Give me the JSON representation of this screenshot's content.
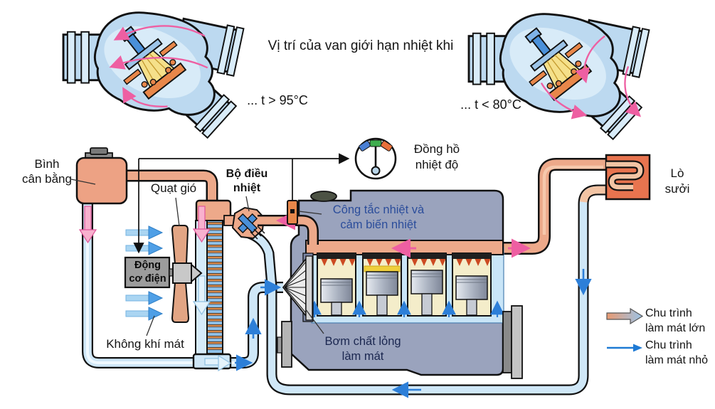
{
  "title": "Vị trí của van giới hạn nhiệt khi",
  "valve_left": {
    "caption": "... t > 95°C"
  },
  "valve_right": {
    "caption": "... t < 80°C"
  },
  "components": {
    "expansion_tank": {
      "line1": "Bình",
      "line2": "cân bằng"
    },
    "fan": {
      "label": "Quạt gió"
    },
    "thermostat": {
      "line1": "Bộ điều",
      "line2": "nhiệt"
    },
    "temperature_gauge": {
      "line1": "Đồng hồ",
      "line2": "nhiệt độ"
    },
    "thermal_switch": {
      "line1": "Công tắc nhiệt và",
      "line2": "cảm biến nhiệt"
    },
    "electric_motor": {
      "line1": "Động",
      "line2": "cơ điện"
    },
    "cool_air": {
      "label": "Không khí mát"
    },
    "coolant_pump": {
      "line1": "Bơm chất lỏng",
      "line2": "làm mát"
    },
    "heater": {
      "line1": "Lò",
      "line2": "sưởi"
    }
  },
  "legend": {
    "large_cycle": {
      "line1": "Chu trình",
      "line2": "làm mát lớn"
    },
    "small_cycle": {
      "line1": "Chu trình",
      "line2": "làm mát nhỏ"
    }
  },
  "colors": {
    "hot_pipe": "#eda98a",
    "cool_pipe": "#cfe7f7",
    "hot_arrow": "#ee5fa2",
    "cool_arrow": "#2d7fd8",
    "engine_block": "#9aa3bd",
    "heater_box": "#e8744f",
    "valve_body": "#bcd9f0",
    "gauge_blue": "#4a7fd4",
    "gauge_green": "#3fae4e",
    "gauge_orange": "#e8703a"
  }
}
